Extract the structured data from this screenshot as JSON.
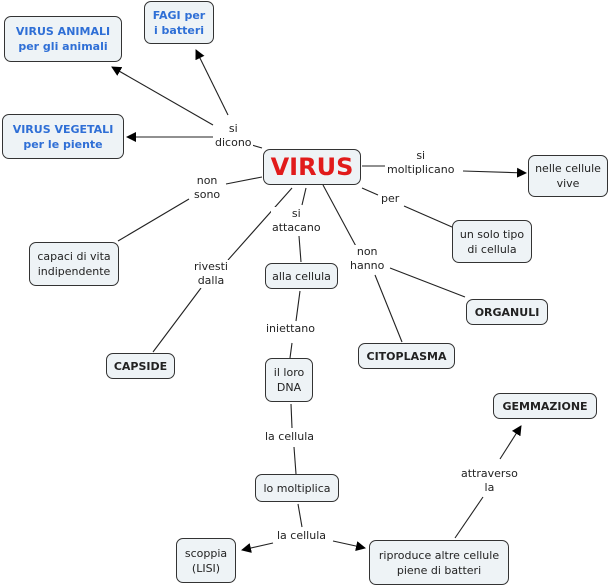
{
  "concept_map": {
    "main": "VIRUS",
    "nodes": {
      "virus_animali": "VIRUS ANIMALI\nper gli animali",
      "fagi": "FAGI per\ni batteri",
      "virus_vegetali": "VIRUS VEGETALI\nper le piente",
      "cellule_vive": "nelle cellule\nvive",
      "capaci": "capaci di vita\nindipendente",
      "solo_tipo": "un solo tipo\ndi cellula",
      "alla_cellula": "alla cellula",
      "organuli": "ORGANULI",
      "capside": "CAPSIDE",
      "citoplasma": "CITOPLASMA",
      "dna": "il loro\nDNA",
      "gemmazione": "GEMMAZIONE",
      "moltiplica": "lo moltiplica",
      "scoppia": "scoppia\n(LISI)",
      "riproduce": "riproduce altre cellule\npiene di batteri"
    },
    "links": {
      "si_dicono": "si\ndicono",
      "si_moltiplicano": "si\nmoltiplicano",
      "non_sono": "non\nsono",
      "per": "per",
      "si_attacano": "si\nattacano",
      "non_hanno": "non\nhanno",
      "rivesti_dalla": "rivesti\ndalla",
      "iniettano": "iniettano",
      "la_cellula_1": "la cellula",
      "attraverso_la": "attraverso\nla",
      "la_cellula_2": "la cellula"
    }
  }
}
